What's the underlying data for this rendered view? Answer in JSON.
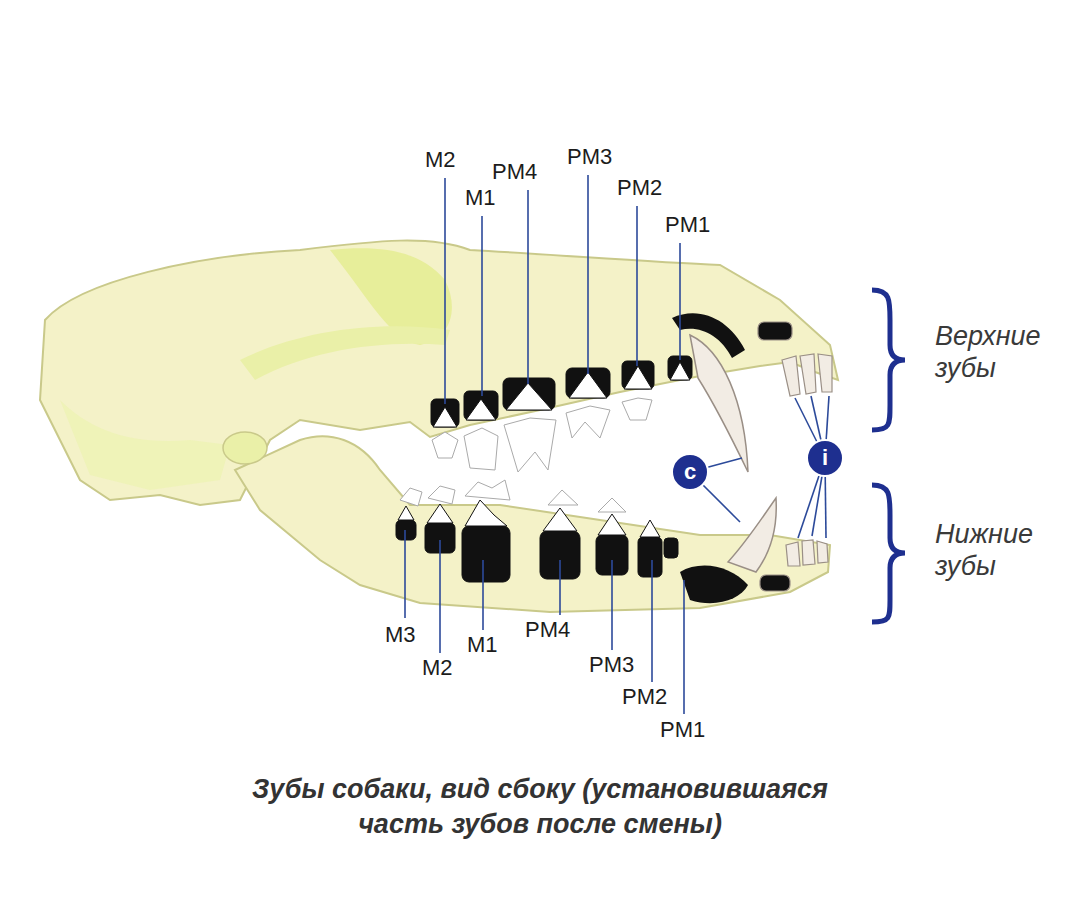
{
  "diagram": {
    "caption": "Зубы собаки, вид сбоку (установившаяся часть зубов после смены)",
    "nodes": [
      {
        "text": [
          "c"
        ]
      },
      {
        "text": [
          "i"
        ]
      }
    ],
    "labels": [
      "M2",
      "PM4",
      "PM3",
      "M1",
      "PM2",
      "PM1",
      "M3",
      "M1",
      "PM4",
      "M2",
      "PM3",
      "PM2",
      "PM1",
      "Верхние зубы",
      "Нижние зубы"
    ]
  }
}
